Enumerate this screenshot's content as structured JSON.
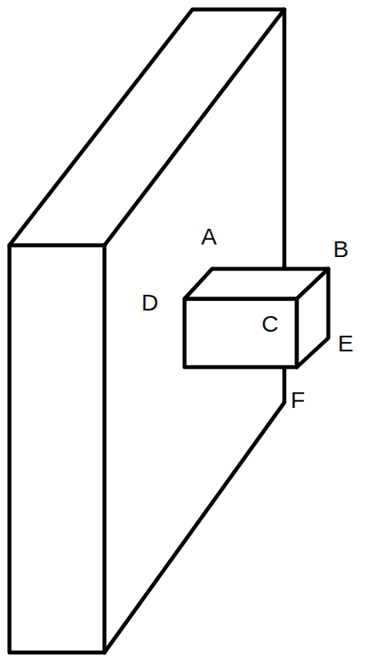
{
  "diagram": {
    "labels": [
      "A",
      "B",
      "D",
      "C",
      "E",
      "F"
    ]
  }
}
